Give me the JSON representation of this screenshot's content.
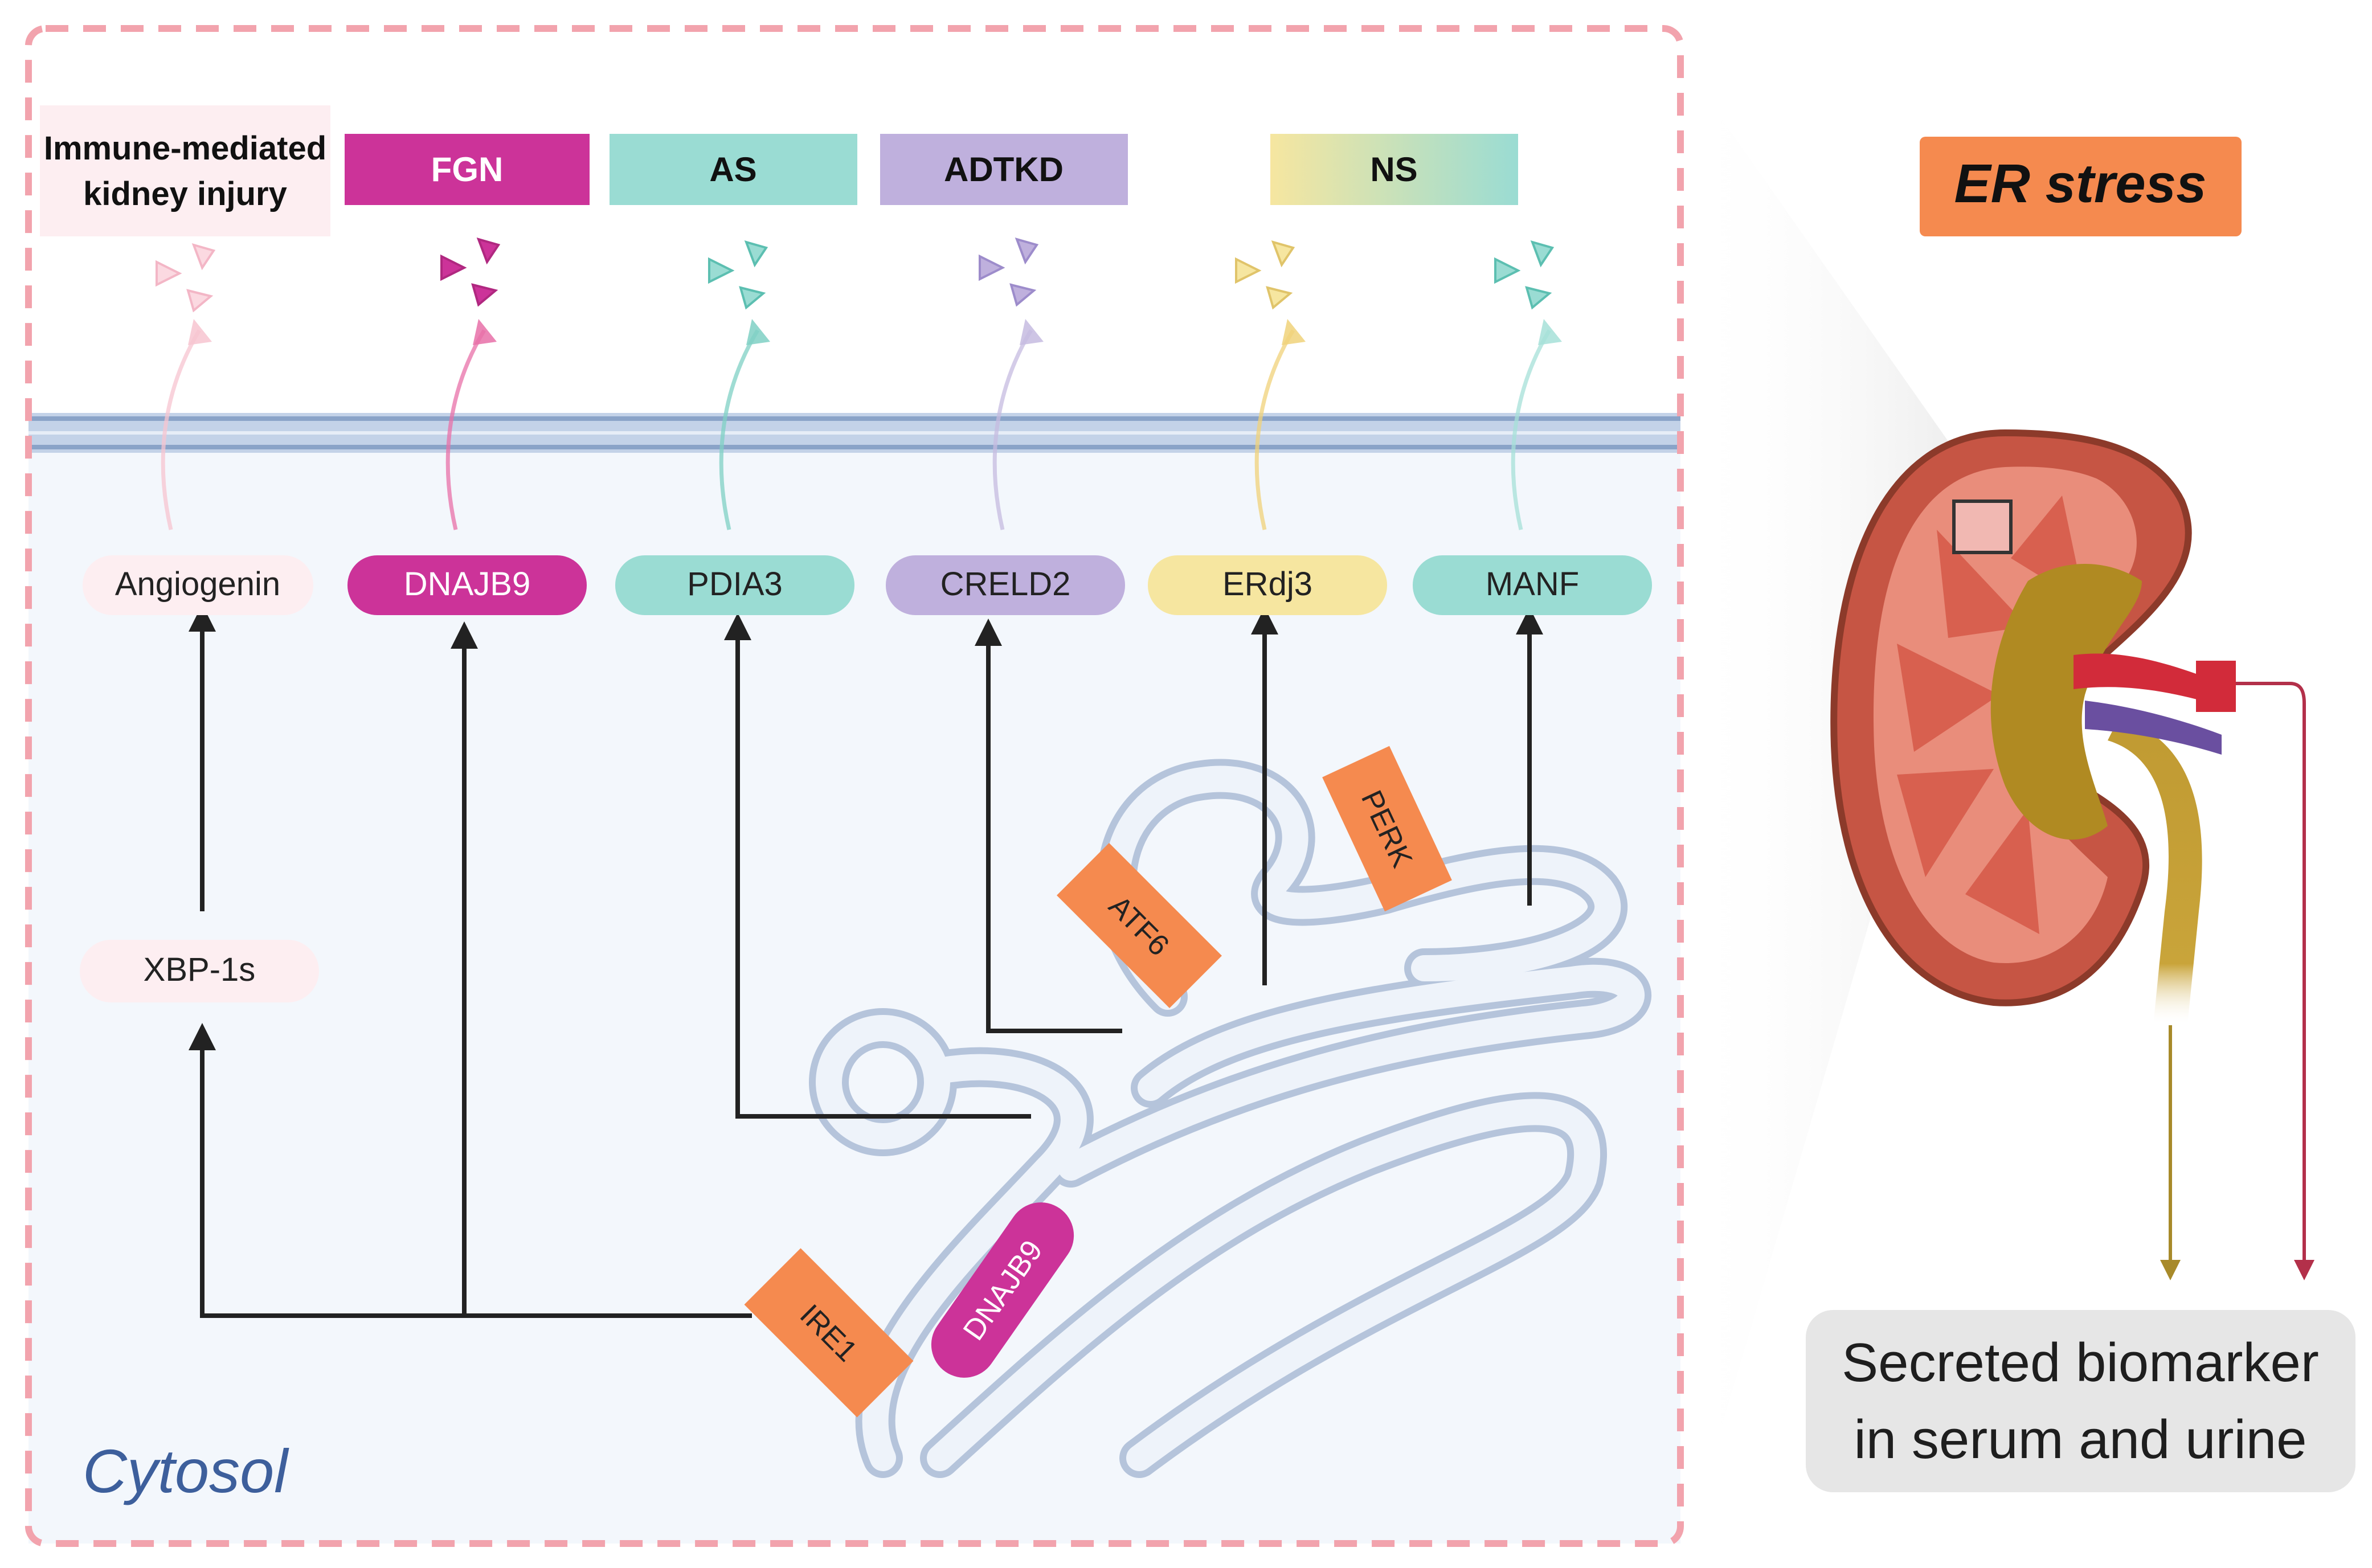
{
  "regions": {
    "cytosol": "Cytosol",
    "er_stress": "ER stress",
    "secreted": {
      "line1": "Secreted biomarker",
      "line2": "in serum and urine"
    }
  },
  "diseases": {
    "immune": {
      "line1": "Immune-mediated",
      "line2": "kidney injury"
    },
    "fgn": "FGN",
    "as": "AS",
    "adtkd": "ADTKD",
    "ns": "NS"
  },
  "biomarkers": {
    "angiogenin": "Angiogenin",
    "dnajb9": "DNAJB9",
    "pdia3": "PDIA3",
    "creld2": "CRELD2",
    "erdj3": "ERdj3",
    "manf": "MANF"
  },
  "intermediates": {
    "xbp1s": "XBP-1s"
  },
  "sensors": {
    "ire1": "IRE1",
    "atf6": "ATF6",
    "perk": "PERK",
    "dnajb9": "DNAJB9"
  },
  "colors": {
    "pink_light": "#fde8ec",
    "magenta": "#cc3399",
    "teal": "#9adcd3",
    "lavender": "#bfb0dd",
    "yellow": "#f6e6a0",
    "orange": "#f58a4f",
    "membrane": "#b7c8e2",
    "cytosol_bg": "#f4f8fc",
    "dashed_border": "#f2a3ad",
    "text_blue": "#3d5f9c"
  }
}
